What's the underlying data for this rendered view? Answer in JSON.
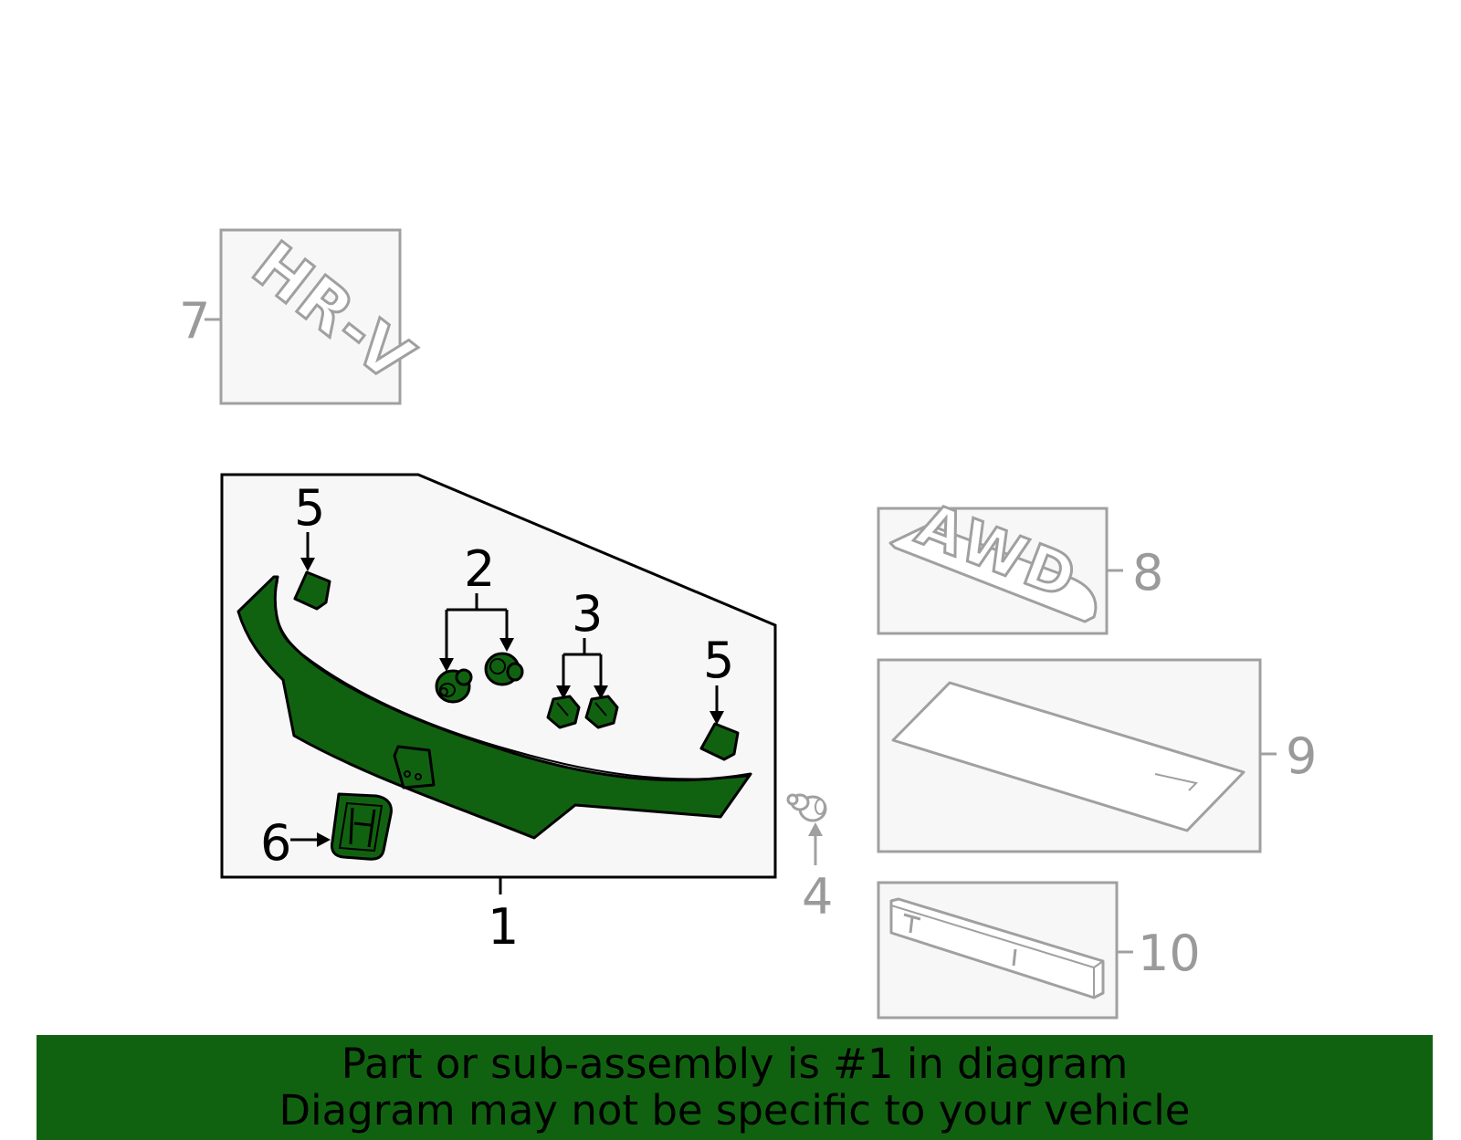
{
  "colors": {
    "part_fill": "#116210",
    "outline_main": "#000000",
    "outline_other": "#a0a0a0",
    "box_bg": "#f7f7f7",
    "banner_bg": "#116210"
  },
  "callouts": {
    "c1": "1",
    "c2": "2",
    "c3": "3",
    "c4": "4",
    "c5a": "5",
    "c5b": "5",
    "c6": "6",
    "c7": "7",
    "c8": "8",
    "c9": "9",
    "c10": "10"
  },
  "emblem_text": {
    "hrv": "HR-V",
    "awd": "AWD"
  },
  "banner": {
    "line1": "Part or sub-assembly is #1 in diagram",
    "line2": "Diagram may not be specific to your vehicle"
  }
}
